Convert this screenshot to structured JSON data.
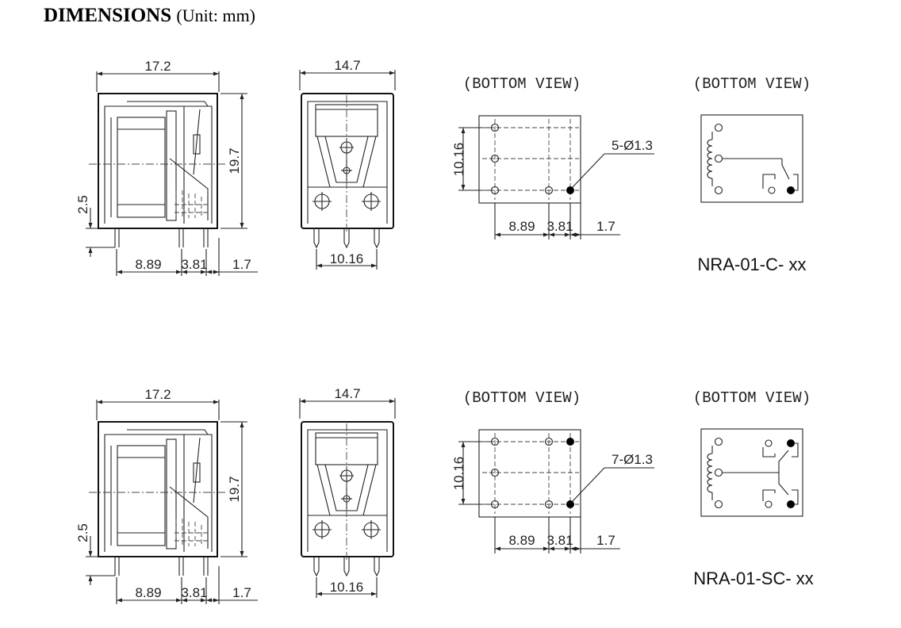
{
  "heading": {
    "title": "DIMENSIONS",
    "unit": "(Unit: mm)"
  },
  "diagrams": [
    {
      "side": {
        "width": "17.2",
        "height": "19.7",
        "pin_len": "2.5",
        "d1": "8.89",
        "d2": "3.81",
        "d3": "1.7"
      },
      "front": {
        "width": "14.7",
        "pitch": "10.16"
      },
      "bottom": {
        "label": "(BOTTOM VIEW)",
        "height": "10.16",
        "hole": "5-Ø1.3",
        "d1": "8.89",
        "d2": "3.81",
        "d3": "1.7"
      },
      "schematic": {
        "label": "(BOTTOM VIEW)",
        "model": "NRA-01-C- xx"
      }
    },
    {
      "side": {
        "width": "17.2",
        "height": "19.7",
        "pin_len": "2.5",
        "d1": "8.89",
        "d2": "3.81",
        "d3": "1.7"
      },
      "front": {
        "width": "14.7",
        "pitch": "10.16"
      },
      "bottom": {
        "label": "(BOTTOM VIEW)",
        "height": "10.16",
        "hole": "7-Ø1.3",
        "d1": "8.89",
        "d2": "3.81",
        "d3": "1.7"
      },
      "schematic": {
        "label": "(BOTTOM VIEW)",
        "model": "NRA-01-SC- xx"
      }
    }
  ]
}
